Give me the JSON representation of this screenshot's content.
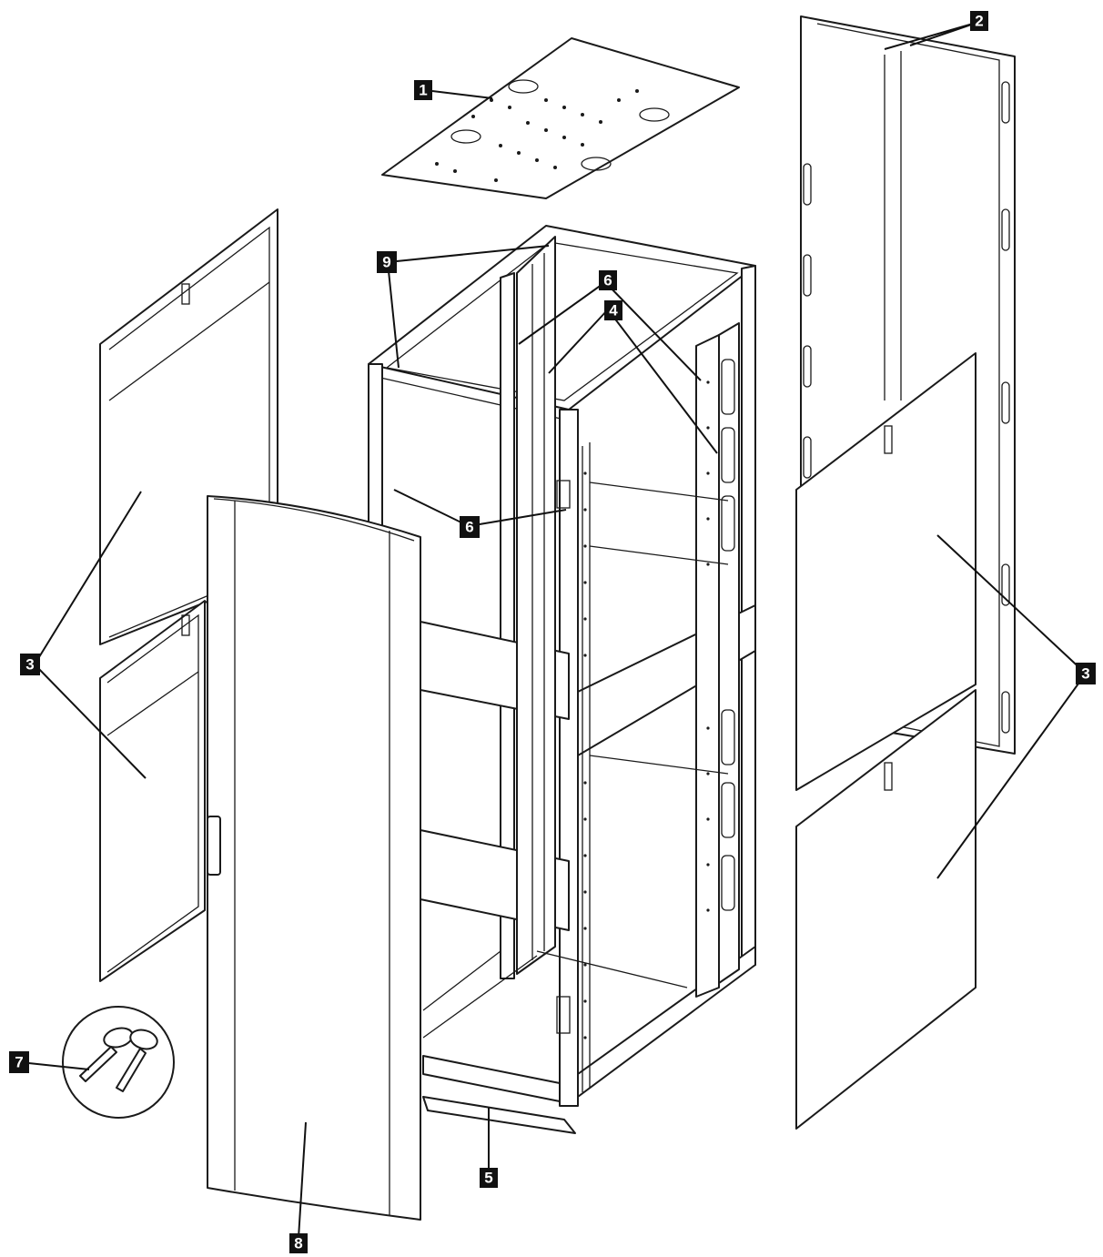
{
  "colors": {
    "line": "#1a1a1a",
    "badge_fill": "#111111",
    "badge_text": "#ffffff",
    "background": "#ffffff"
  },
  "callouts": {
    "c1": "1",
    "c2": "2",
    "c3_left": "3",
    "c3_right": "3",
    "c4": "4",
    "c5": "5",
    "c6_upper": "6",
    "c6_lower": "6",
    "c7": "7",
    "c8": "8",
    "c9": "9"
  },
  "icons": {
    "keys": "key-pair-icon"
  }
}
